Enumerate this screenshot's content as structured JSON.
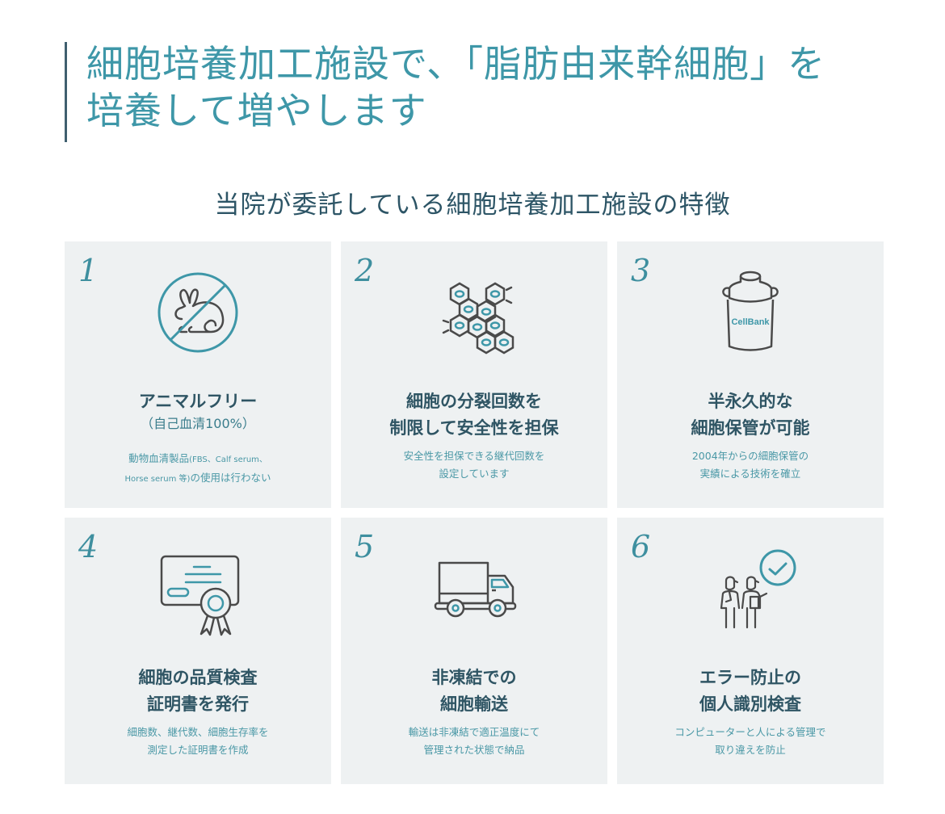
{
  "header": {
    "title_line1": "細胞培養加工施設で、「脂肪由来幹細胞」を",
    "title_line2": "培養して増やします",
    "subtitle": "当院が委託している細胞培養加工施設の特徴"
  },
  "colors": {
    "accent": "#3e97a8",
    "heading": "#2f5564",
    "card_bg": "#eef1f2",
    "icon_stroke": "#4a4a4a"
  },
  "cards": [
    {
      "number": "1",
      "icon": "no-animal-rabbit-icon",
      "heading_line1": "アニマルフリー",
      "heading_sub": "（自己血清100%）",
      "desc_line1_a": "動物血清製品",
      "desc_line1_b": "(FBS、Calf serum、",
      "desc_line2_a": "Horse serum 等)",
      "desc_line2_b": "の使用は行わない"
    },
    {
      "number": "2",
      "icon": "cell-hexagon-icon",
      "heading_line1": "細胞の分裂回数を",
      "heading_line2": "制限して安全性を担保",
      "desc_line1": "安全性を担保できる継代回数を",
      "desc_line2": "設定しています"
    },
    {
      "number": "3",
      "icon": "cellbank-tank-icon",
      "icon_label": "CellBank",
      "heading_line1": "半永久的な",
      "heading_line2": "細胞保管が可能",
      "desc_line1": "2004年からの細胞保管の",
      "desc_line2": "実績による技術を確立"
    },
    {
      "number": "4",
      "icon": "certificate-icon",
      "heading_line1": "細胞の品質検査",
      "heading_line2": "証明書を発行",
      "desc_line1": "細胞数、継代数、細胞生存率を",
      "desc_line2": "測定した証明書を作成"
    },
    {
      "number": "5",
      "icon": "truck-icon",
      "heading_line1": "非凍結での",
      "heading_line2": "細胞輸送",
      "desc_line1": "輸送は非凍結で適正温度にて",
      "desc_line2": "管理された状態で納品"
    },
    {
      "number": "6",
      "icon": "people-check-icon",
      "heading_line1": "エラー防止の",
      "heading_line2": "個人識別検査",
      "desc_line1": "コンピューターと人による管理で",
      "desc_line2": "取り違えを防止"
    }
  ]
}
